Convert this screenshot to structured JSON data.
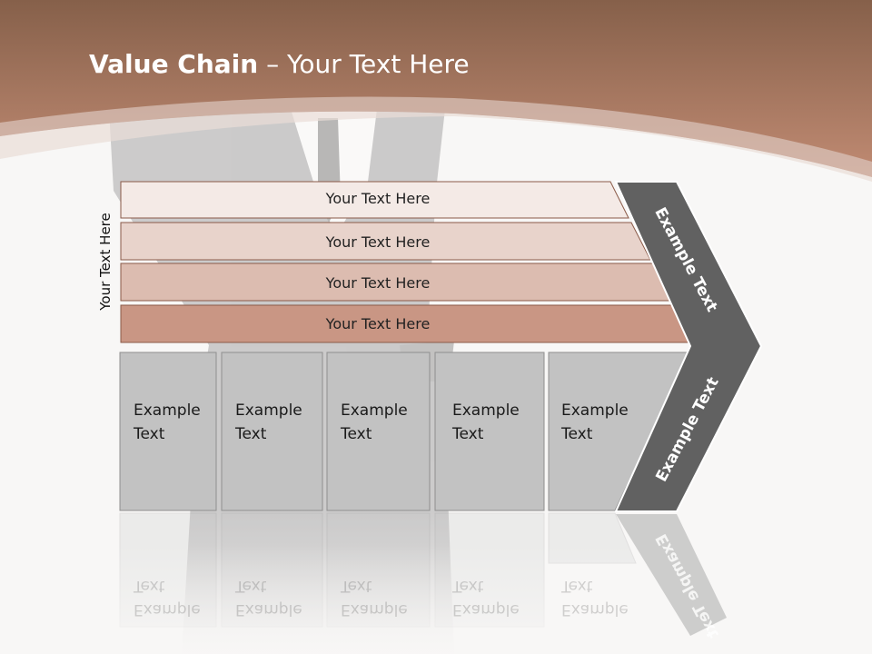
{
  "slide": {
    "title_bold": "Value Chain",
    "title_rest": " – Your Text Here",
    "side_label": "Your Text Here",
    "bars": [
      {
        "label": "Your Text Here"
      },
      {
        "label": "Your Text Here"
      },
      {
        "label": "Your Text Here"
      },
      {
        "label": "Your Text Here"
      }
    ],
    "boxes": [
      {
        "line1": "Example",
        "line2": "Text"
      },
      {
        "line1": "Example",
        "line2": "Text"
      },
      {
        "line1": "Example",
        "line2": "Text"
      },
      {
        "line1": "Example",
        "line2": "Text"
      },
      {
        "line1": "Example",
        "line2": "Text"
      }
    ],
    "chevron_upper": "Example Text",
    "chevron_lower": "Example Text"
  },
  "colors": {
    "header_top": "#87604a",
    "header_bottom": "#c08a72",
    "bar1": "#f4eae6",
    "bar2": "#e8d3cb",
    "bar3": "#dcbcb0",
    "bar4": "#c99684",
    "box": "#c2c2c2",
    "chevron": "#616161"
  }
}
